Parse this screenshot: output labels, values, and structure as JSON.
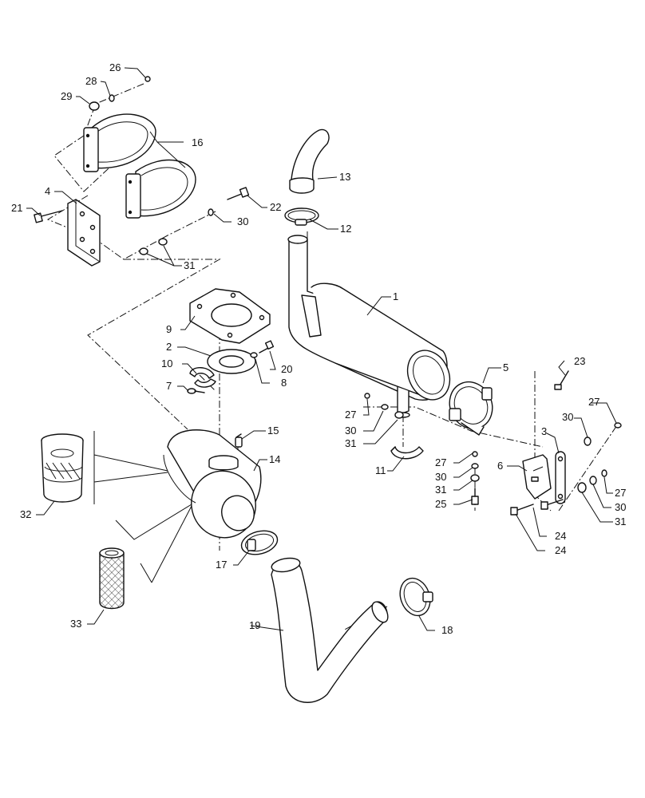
{
  "callouts": {
    "c1": "1",
    "c2": "2",
    "c3": "3",
    "c4": "4",
    "c5": "5",
    "c6": "6",
    "c7": "7",
    "c8": "8",
    "c9": "9",
    "c10": "10",
    "c11": "11",
    "c12": "12",
    "c13": "13",
    "c14": "14",
    "c15": "15",
    "c16": "16",
    "c17": "17",
    "c18": "18",
    "c19": "19",
    "c20": "20",
    "c21": "21",
    "c22": "22",
    "c23": "23",
    "c24a": "24",
    "c24b": "24",
    "c25": "25",
    "c26": "26",
    "c27a": "27",
    "c27b": "27",
    "c27c": "27",
    "c27d": "27",
    "c28": "28",
    "c29": "29",
    "c30a": "30",
    "c30b": "30",
    "c30c": "30",
    "c30d": "30",
    "c30e": "30",
    "c31a": "31",
    "c31b": "31",
    "c31c": "31",
    "c31d": "31",
    "c32": "32",
    "c33": "33"
  }
}
